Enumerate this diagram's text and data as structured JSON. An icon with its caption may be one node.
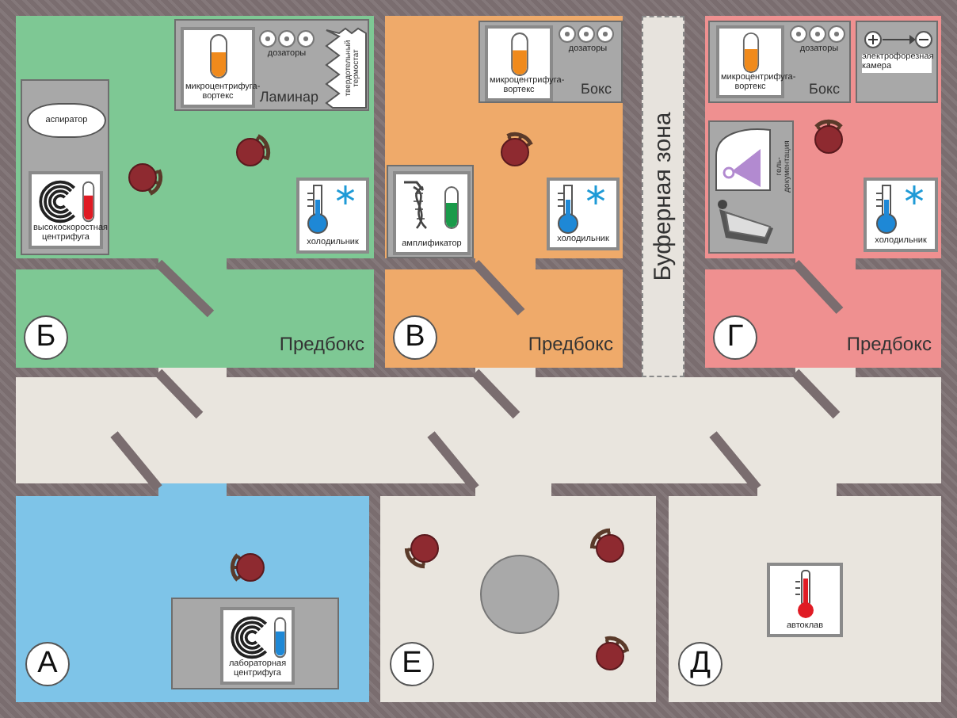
{
  "diagram": {
    "nodes": [
      {
        "text": [],
        "shape": "box"
      },
      {
        "text": [
          "Ламинар"
        ],
        "in": 0
      },
      {
        "text": [
          "микроцентрифуга-вортекс"
        ],
        "in": 1
      },
      {
        "text": [
          "дозаторы"
        ],
        "in": 1
      },
      {
        "text": [
          "твердотельный термостат"
        ],
        "in": 1
      },
      {
        "text": [],
        "shape": "box",
        "in": 0
      },
      {
        "text": [
          "аспиратор"
        ],
        "in": 5
      },
      {
        "text": [
          "высокоскоростная центрифуга"
        ],
        "in": 5
      },
      {
        "text": [
          "холодильник"
        ],
        "in": 0
      },
      {
        "text": [
          "Б",
          "Предбокс"
        ]
      },
      {
        "text": [],
        "shape": "box"
      },
      {
        "text": [
          "Бокс"
        ],
        "in": 10
      },
      {
        "text": [
          "микроцентрифуга-вортекс"
        ],
        "in": 11
      },
      {
        "text": [
          "дозаторы"
        ],
        "in": 11
      },
      {
        "text": [],
        "shape": "box",
        "in": 10
      },
      {
        "text": [
          "амплификатор"
        ],
        "in": 14
      },
      {
        "text": [
          "холодильник"
        ],
        "in": 10
      },
      {
        "text": [
          "В",
          "Предбокс"
        ]
      },
      {
        "text": [
          "Буферная зона"
        ]
      },
      {
        "text": [],
        "shape": "box"
      },
      {
        "text": [
          "Бокс"
        ],
        "in": 19
      },
      {
        "text": [
          "микроцентрифуга-вортекс"
        ],
        "in": 20
      },
      {
        "text": [
          "дозаторы"
        ],
        "in": 20
      },
      {
        "text": [
          "электрофорезная камера"
        ],
        "in": 19
      },
      {
        "text": [
          "гель-документация"
        ],
        "in": 19
      },
      {
        "text": [
          "холодильник"
        ],
        "in": 19
      },
      {
        "text": [
          "Г",
          "Предбокс"
        ]
      },
      {
        "text": [],
        "shape": "box"
      },
      {
        "text": [
          "А"
        ]
      },
      {
        "text": [],
        "shape": "box",
        "in": 28
      },
      {
        "text": [
          "лабораторная центрифуга"
        ],
        "in": 29
      },
      {
        "text": [
          "Е"
        ]
      },
      {
        "text": [],
        "shape": "circle",
        "in": 31
      },
      {
        "text": [
          "Д"
        ]
      },
      {
        "text": [
          "автоклав"
        ],
        "in": 33
      }
    ]
  }
}
